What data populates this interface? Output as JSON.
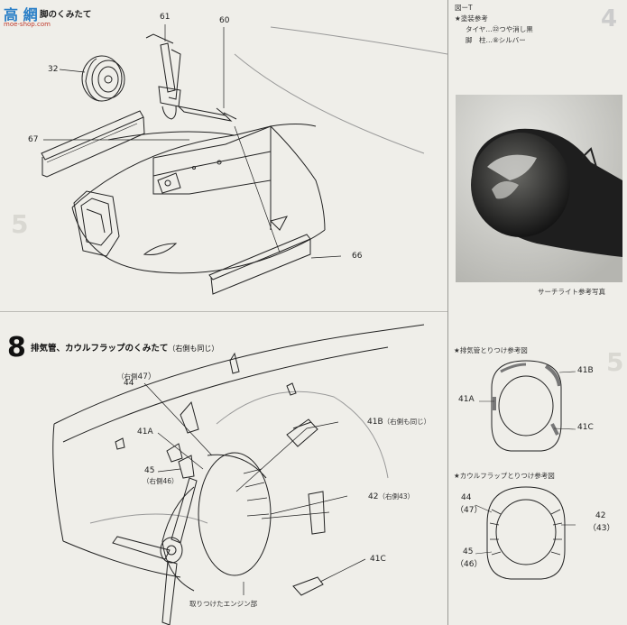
{
  "header": {
    "step7_title_fragment": "脚のくみたて",
    "watermark_main": "高 網",
    "watermark_url": "moe-shop.com"
  },
  "step7": {
    "parts": {
      "p61": "61",
      "p60": "60",
      "p32": "32",
      "p67": "67",
      "p66": "66"
    }
  },
  "step8": {
    "number": "8",
    "title": "排気管、カウルフラップのくみたて",
    "title_note": "（右側も同じ）",
    "parts": {
      "right47": "（右側",
      "right47_num": "47）",
      "p44": "44",
      "p41a": "41A",
      "p45": "45",
      "right46": "（右側46）",
      "p41b": "41B",
      "p41b_note": "（右側も同じ）",
      "p42": "42",
      "p42_note": "（右側43）",
      "p41c": "41C"
    },
    "caption_engine": "取りつけたエンジン部"
  },
  "right_column": {
    "figure_label": "図ーT",
    "paint_header": "★塗装参考",
    "paint_tire": "タイヤ…㉒つや消し黒",
    "paint_strut": "脚　柱…⑧シルバー",
    "side_number": "4",
    "photo_caption": "サーチライト参考写真",
    "exhaust_ref": {
      "title": "★排気管とりつけ参考図",
      "p41b": "41B",
      "p41a": "41A",
      "p41c": "41C"
    },
    "cowl_ref": {
      "title": "★カウルフラップとりつけ参考図",
      "p44": "44",
      "p47": "（47）",
      "p42": "42",
      "p43": "（43）",
      "p45": "45",
      "p46": "（46）"
    }
  }
}
